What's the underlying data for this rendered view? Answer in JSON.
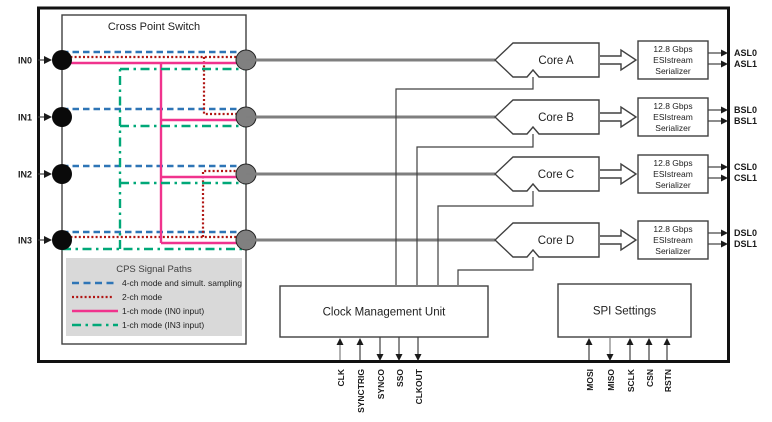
{
  "colors": {
    "path_4ch": "#2E75B6",
    "path_2ch": "#B01513",
    "path_1ch_in0": "#F0338D",
    "path_1ch_in3": "#00A878",
    "analog_line": "#7F7F7F",
    "serializer_text": "#7F7F7F",
    "legend_bg": "#D9D9D9"
  },
  "cps": {
    "title": "Cross Point Switch",
    "inputs": [
      "IN0",
      "IN1",
      "IN2",
      "IN3"
    ],
    "legend": {
      "title": "CPS Signal Paths",
      "entries": [
        {
          "label": "4-ch mode and simult. sampling"
        },
        {
          "label": "2-ch mode"
        },
        {
          "label": "1-ch mode (IN0 input)"
        },
        {
          "label": "1-ch mode (IN3 input)"
        }
      ]
    }
  },
  "cores": [
    {
      "label": "Core A",
      "out0": "ASL0",
      "out1": "ASL1"
    },
    {
      "label": "Core B",
      "out0": "BSL0",
      "out1": "BSL1"
    },
    {
      "label": "Core C",
      "out0": "CSL0",
      "out1": "CSL1"
    },
    {
      "label": "Core D",
      "out0": "DSL0",
      "out1": "DSL1"
    }
  ],
  "serializer": {
    "line1": "12.8 Gbps",
    "line2": "ESIstream",
    "line3": "Serializer"
  },
  "cmu": {
    "title": "Clock Management Unit",
    "pins": [
      {
        "name": "CLK",
        "direction": "in"
      },
      {
        "name": "SYNCTRIG",
        "direction": "in"
      },
      {
        "name": "SYNCO",
        "direction": "out"
      },
      {
        "name": "SSO",
        "direction": "out"
      },
      {
        "name": "CLKOUT",
        "direction": "out"
      }
    ]
  },
  "spi": {
    "title": "SPI Settings",
    "pins": [
      {
        "name": "MOSI",
        "direction": "in"
      },
      {
        "name": "MISO",
        "direction": "out"
      },
      {
        "name": "SCLK",
        "direction": "in"
      },
      {
        "name": "CSN",
        "direction": "in"
      },
      {
        "name": "RSTN",
        "direction": "in"
      }
    ]
  }
}
